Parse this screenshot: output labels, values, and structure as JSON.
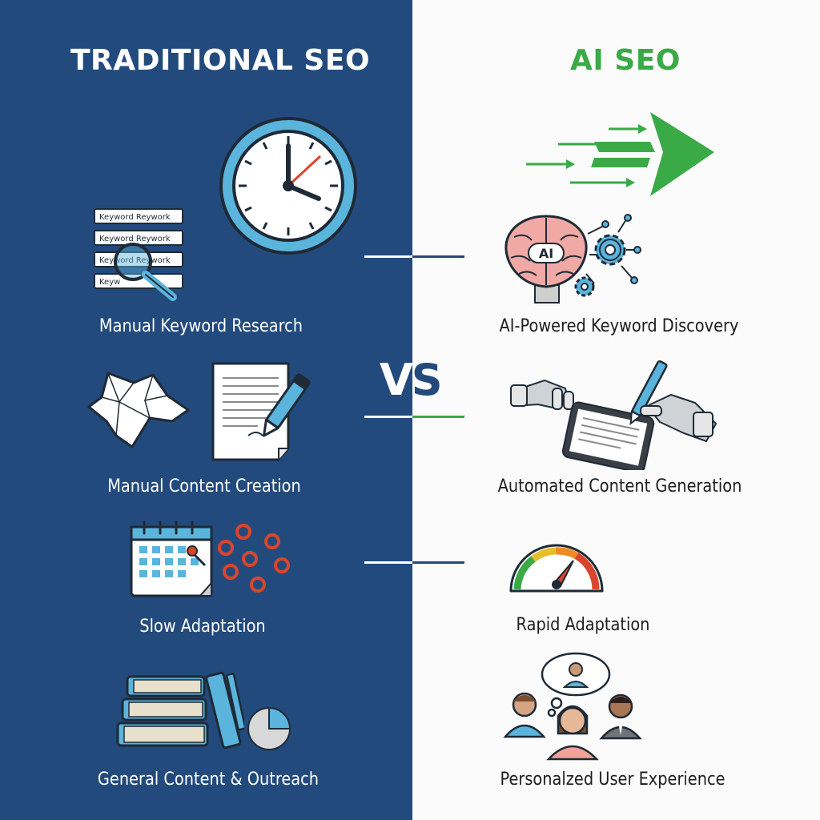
{
  "headings": {
    "traditional": "TRADITIONAL SEO",
    "ai": "AI SEO"
  },
  "vs": {
    "v": "V",
    "s": "S"
  },
  "traditional_items": [
    {
      "label": "Manual Keyword Research",
      "icon": "keyword-list-magnifier-icon",
      "keyword_rows": [
        "Keyword Reywork",
        "Keyword Reywork",
        "Keyword Reywork",
        "Keyw"
      ]
    },
    {
      "label": "Manual Content Creation",
      "icon": "document-pen-icon"
    },
    {
      "label": "Slow Adaptation",
      "icon": "calendar-icon"
    },
    {
      "label": "General Content & Outreach",
      "icon": "books-icon"
    }
  ],
  "ai_items": [
    {
      "label": "AI-Powered Keyword Discovery",
      "icon": "ai-brain-gear-icon",
      "brain_text": "AI"
    },
    {
      "label": "Automated Content Generation",
      "icon": "robot-tablet-icon"
    },
    {
      "label": "Rapid Adaptation",
      "icon": "speedometer-icon"
    },
    {
      "label": "Personalzed User Experience",
      "icon": "users-icon"
    }
  ],
  "colors": {
    "left_background": "#234a7d",
    "right_background": "#fbfbfb",
    "ai_accent": "#3aaa47",
    "icon_blue": "#5ab4dc",
    "icon_red": "#d9452b"
  }
}
